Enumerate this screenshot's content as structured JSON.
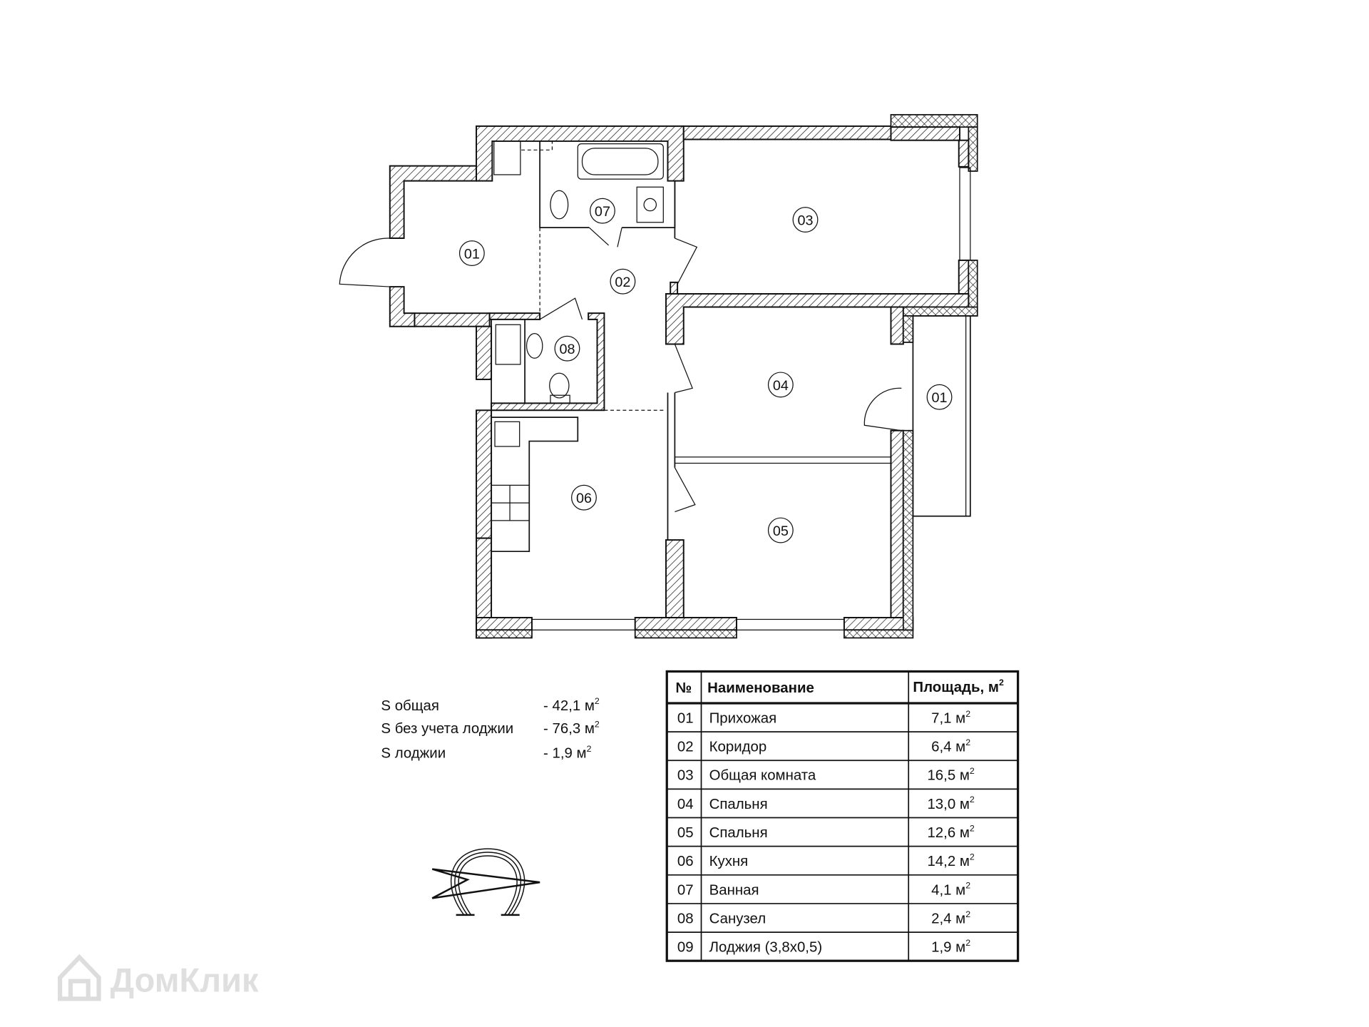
{
  "rooms": [
    {
      "id": "01",
      "name": "Прихожая"
    },
    {
      "id": "02",
      "name": "Коридор"
    },
    {
      "id": "03",
      "name": "Общая комната"
    },
    {
      "id": "04",
      "name": "Спальня"
    },
    {
      "id": "05",
      "name": "Спальня"
    },
    {
      "id": "06",
      "name": "Кухня"
    },
    {
      "id": "07",
      "name": "Ванная"
    },
    {
      "id": "08",
      "name": "Санузел"
    },
    {
      "id": "01",
      "name": "Лоджия"
    }
  ],
  "summary": [
    {
      "label": "S общая",
      "value": "- 42,1 м",
      "unit_sup": "2"
    },
    {
      "label": "S без учета лоджии",
      "value": "- 76,3 м",
      "unit_sup": "2"
    },
    {
      "label": "S лоджии",
      "value": "- 1,9 м",
      "unit_sup": "2"
    }
  ],
  "table": {
    "headers": {
      "num": "№",
      "name": "Наименование",
      "area": "Площадь, м",
      "area_sup": "2"
    },
    "rows": [
      {
        "num": "01",
        "name": "Прихожая",
        "area": "7,1 м",
        "sup": "2"
      },
      {
        "num": "02",
        "name": "Коридор",
        "area": "6,4 м",
        "sup": "2"
      },
      {
        "num": "03",
        "name": "Общая комната",
        "area": "16,5 м",
        "sup": "2"
      },
      {
        "num": "04",
        "name": "Спальня",
        "area": "13,0 м",
        "sup": "2"
      },
      {
        "num": "05",
        "name": "Спальня",
        "area": "12,6 м",
        "sup": "2"
      },
      {
        "num": "06",
        "name": "Кухня",
        "area": "14,2 м",
        "sup": "2"
      },
      {
        "num": "07",
        "name": "Ванная",
        "area": "4,1 м",
        "sup": "2"
      },
      {
        "num": "08",
        "name": "Санузел",
        "area": "2,4 м",
        "sup": "2"
      },
      {
        "num": "09",
        "name": "Лоджия (3,8x0,5)",
        "area": "1,9 м",
        "sup": "2"
      }
    ]
  },
  "watermark": {
    "text": "ДомКлик"
  },
  "colors": {
    "line": "#111111",
    "watermark": "#d9d9d9"
  }
}
